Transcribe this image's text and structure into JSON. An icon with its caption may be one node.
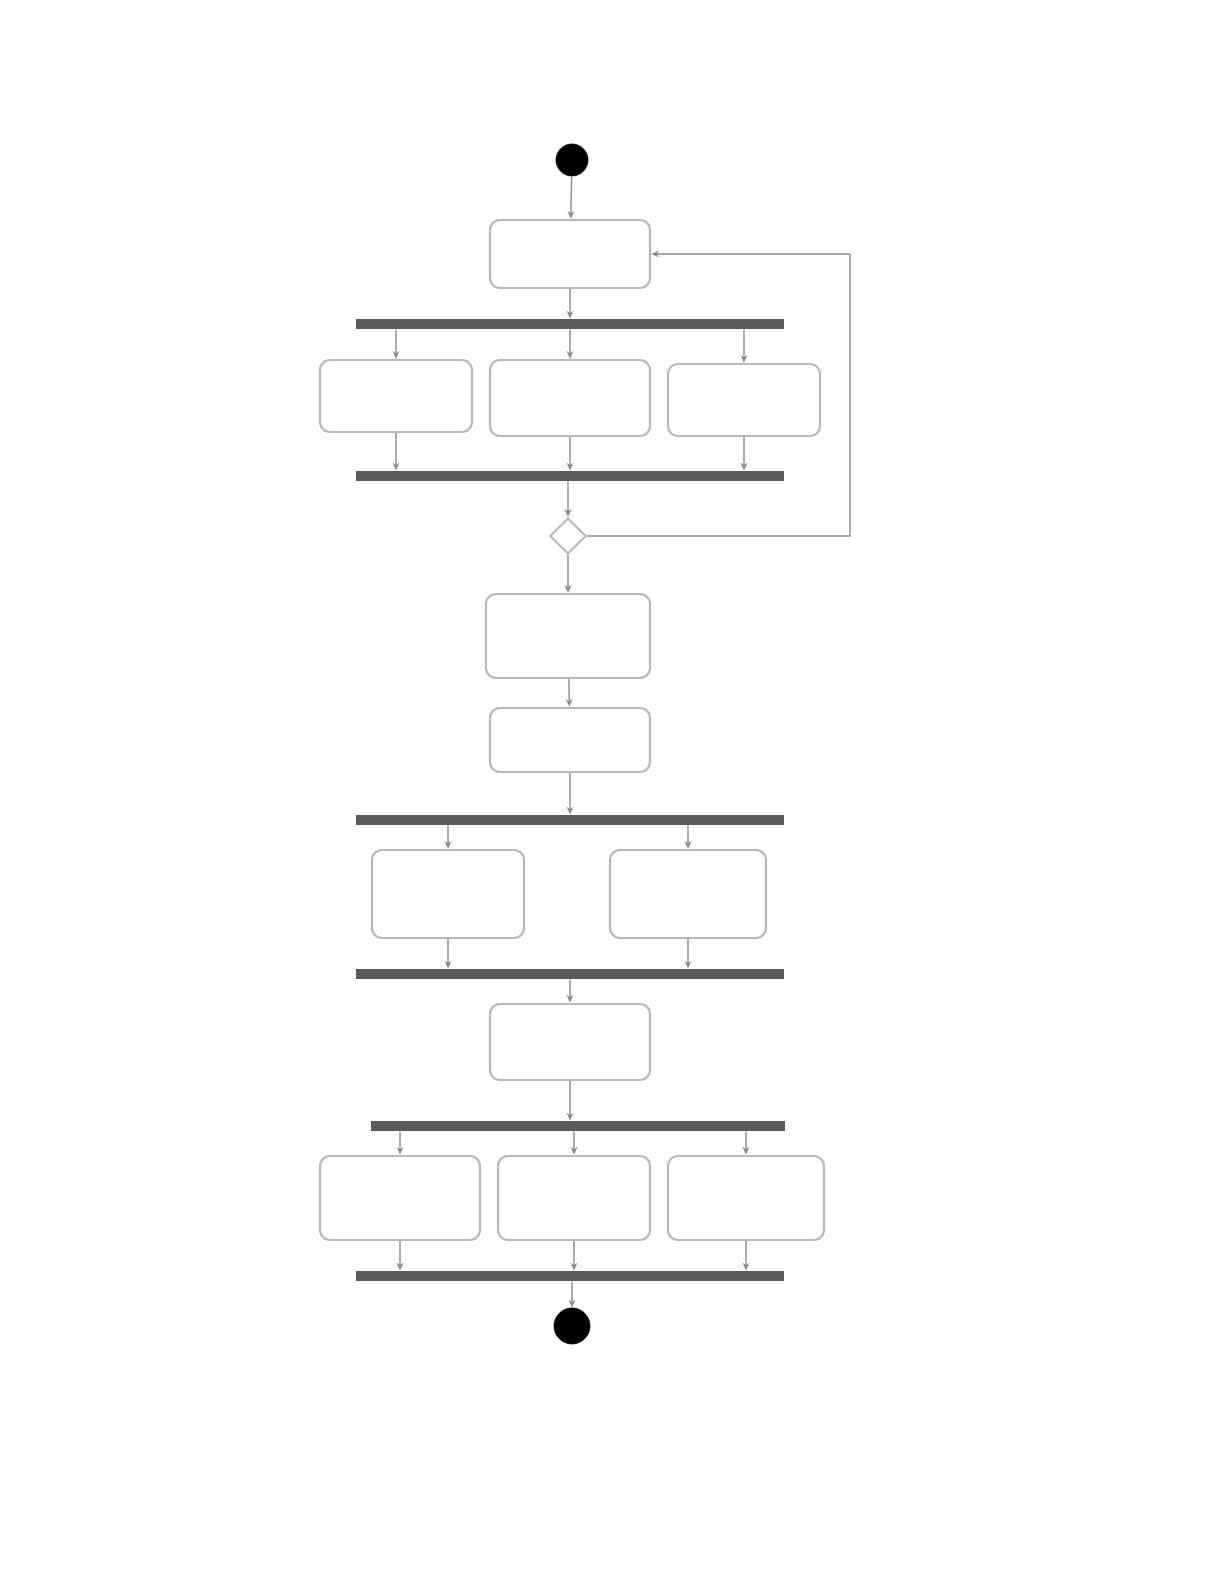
{
  "diagram": {
    "nodes": [
      {
        "text": [],
        "shape": "circle"
      },
      {
        "text": [],
        "shape": "box"
      },
      {
        "text": [],
        "shape": "bar"
      },
      {
        "text": [],
        "shape": "box"
      },
      {
        "text": [],
        "shape": "box"
      },
      {
        "text": [],
        "shape": "box"
      },
      {
        "text": [],
        "shape": "bar"
      },
      {
        "text": [],
        "shape": "diamond"
      },
      {
        "text": [],
        "shape": "box"
      },
      {
        "text": [],
        "shape": "box"
      },
      {
        "text": [],
        "shape": "bar"
      },
      {
        "text": [],
        "shape": "box"
      },
      {
        "text": [],
        "shape": "box"
      },
      {
        "text": [],
        "shape": "bar"
      },
      {
        "text": [],
        "shape": "box"
      },
      {
        "text": [],
        "shape": "bar"
      },
      {
        "text": [],
        "shape": "box"
      },
      {
        "text": [],
        "shape": "box"
      },
      {
        "text": [],
        "shape": "box"
      },
      {
        "text": [],
        "shape": "bar"
      },
      {
        "text": [],
        "shape": "circle"
      }
    ],
    "edges": [
      {
        "from": 0,
        "to": 1,
        "arrow": "to"
      },
      {
        "from": 1,
        "to": 2,
        "arrow": "to"
      },
      {
        "from": 2,
        "to": 3,
        "arrow": "to"
      },
      {
        "from": 2,
        "to": 4,
        "arrow": "to"
      },
      {
        "from": 2,
        "to": 5,
        "arrow": "to"
      },
      {
        "from": 3,
        "to": 6,
        "arrow": "to"
      },
      {
        "from": 4,
        "to": 6,
        "arrow": "to"
      },
      {
        "from": 5,
        "to": 6,
        "arrow": "to"
      },
      {
        "from": 6,
        "to": 7,
        "arrow": "to"
      },
      {
        "from": 7,
        "to": 1,
        "arrow": "to"
      },
      {
        "from": 7,
        "to": 8,
        "arrow": "to"
      },
      {
        "from": 8,
        "to": 9,
        "arrow": "to"
      },
      {
        "from": 9,
        "to": 10,
        "arrow": "to"
      },
      {
        "from": 10,
        "to": 11,
        "arrow": "to"
      },
      {
        "from": 10,
        "to": 12,
        "arrow": "to"
      },
      {
        "from": 11,
        "to": 13,
        "arrow": "to"
      },
      {
        "from": 12,
        "to": 13,
        "arrow": "to"
      },
      {
        "from": 13,
        "to": 14,
        "arrow": "to"
      },
      {
        "from": 14,
        "to": 15,
        "arrow": "to"
      },
      {
        "from": 15,
        "to": 16,
        "arrow": "to"
      },
      {
        "from": 15,
        "to": 17,
        "arrow": "to"
      },
      {
        "from": 15,
        "to": 18,
        "arrow": "to"
      },
      {
        "from": 16,
        "to": 19,
        "arrow": "to"
      },
      {
        "from": 17,
        "to": 19,
        "arrow": "to"
      },
      {
        "from": 18,
        "to": 19,
        "arrow": "to"
      },
      {
        "from": 19,
        "to": 20,
        "arrow": "to"
      }
    ]
  }
}
